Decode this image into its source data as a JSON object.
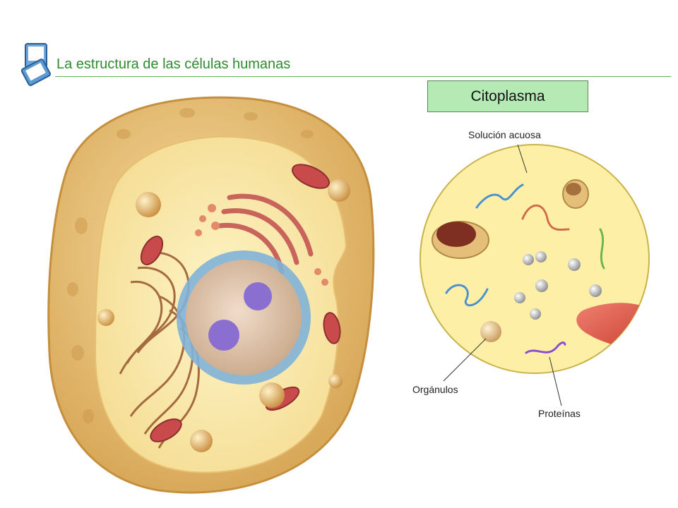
{
  "header": {
    "title": "La estructura de las células humanas"
  },
  "section": {
    "label": "Citoplasma"
  },
  "labels": {
    "aqueous_solution": "Solución acuosa",
    "organelles": "Orgánulos",
    "proteins": "Proteínas"
  },
  "colors": {
    "title": "#2e8b2e",
    "section_box": "#b5eab5",
    "cytoplasm": "#fdf0a6",
    "cell_membrane": "#e9c77f",
    "nucleus_envelope": "#7fb3d8",
    "chromatin": "#8a6fd1",
    "mitochondria": "#c94a4a"
  },
  "icons": {
    "slide": "slide-stack-icon"
  }
}
